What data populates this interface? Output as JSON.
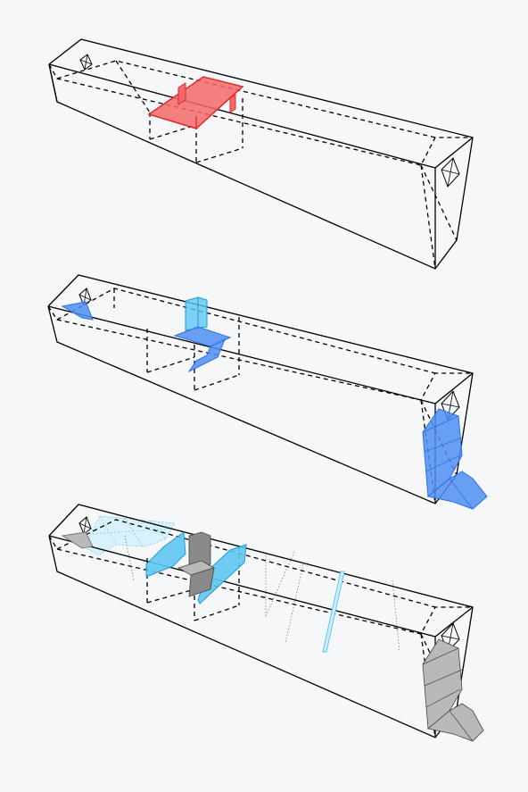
{
  "colors": {
    "background": "#f6f7f9",
    "outline": "#000000",
    "highlight_red": "#f46a6a",
    "highlight_red_stroke": "#e0282a",
    "highlight_blue": "#4f8ff5",
    "highlight_blue_stroke": "#2f6fe0",
    "highlight_cyan": "#5fc7f2",
    "highlight_cyan_stroke": "#1e9bd6",
    "light_cyan": "#cdeefc",
    "gray_fill": "#b9b9b9",
    "gray_dark": "#8a8a8a"
  },
  "diagrams": [
    {
      "label": "",
      "highlight": "red"
    },
    {
      "label": "",
      "highlight": "blue"
    },
    {
      "label": "",
      "highlight": "cyan-gray"
    }
  ]
}
